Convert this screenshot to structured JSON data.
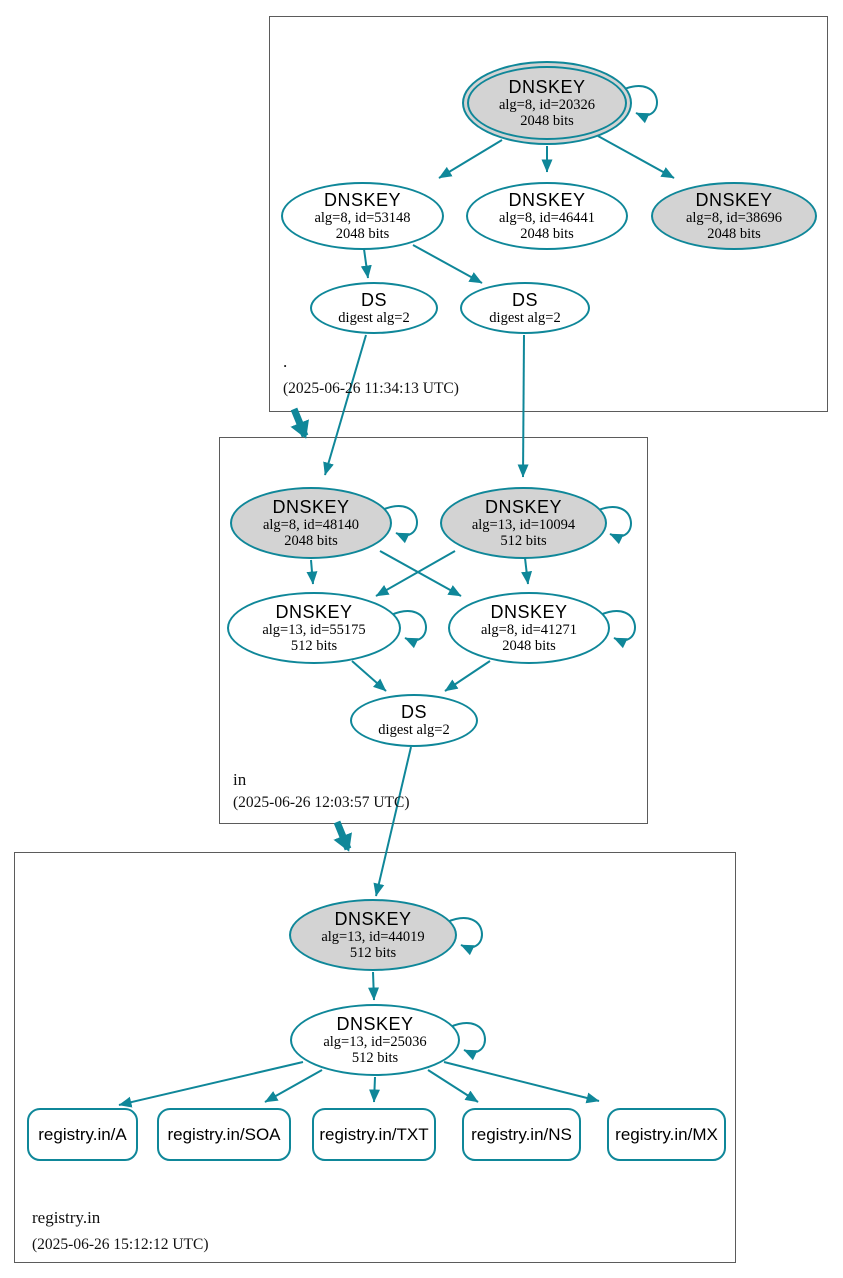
{
  "colors": {
    "edge_secure": "#0f8799",
    "key_highlight_fill": "#d3d3d3",
    "node_fill": "#ffffff",
    "zone_border": "#5b5b5b",
    "text": "#000000"
  },
  "zones": [
    {
      "name": ".",
      "timestamp": "(2025-06-26 11:34:13 UTC)",
      "nodes": {
        "ksk": {
          "title": "DNSKEY",
          "detail": "alg=8, id=20326",
          "bits": "2048 bits"
        },
        "key53148": {
          "title": "DNSKEY",
          "detail": "alg=8, id=53148",
          "bits": "2048 bits"
        },
        "key46441": {
          "title": "DNSKEY",
          "detail": "alg=8, id=46441",
          "bits": "2048 bits"
        },
        "key38696": {
          "title": "DNSKEY",
          "detail": "alg=8, id=38696",
          "bits": "2048 bits"
        },
        "ds1": {
          "title": "DS",
          "detail": "digest alg=2"
        },
        "ds2": {
          "title": "DS",
          "detail": "digest alg=2"
        }
      }
    },
    {
      "name": "in",
      "timestamp": "(2025-06-26 12:03:57 UTC)",
      "nodes": {
        "key48140": {
          "title": "DNSKEY",
          "detail": "alg=8, id=48140",
          "bits": "2048 bits"
        },
        "key10094": {
          "title": "DNSKEY",
          "detail": "alg=13, id=10094",
          "bits": "512 bits"
        },
        "key55175": {
          "title": "DNSKEY",
          "detail": "alg=13, id=55175",
          "bits": "512 bits"
        },
        "key41271": {
          "title": "DNSKEY",
          "detail": "alg=8, id=41271",
          "bits": "2048 bits"
        },
        "ds": {
          "title": "DS",
          "detail": "digest alg=2"
        }
      }
    },
    {
      "name": "registry.in",
      "timestamp": "(2025-06-26 15:12:12 UTC)",
      "nodes": {
        "ksk": {
          "title": "DNSKEY",
          "detail": "alg=13, id=44019",
          "bits": "512 bits"
        },
        "zsk": {
          "title": "DNSKEY",
          "detail": "alg=13, id=25036",
          "bits": "512 bits"
        },
        "rrsets": [
          {
            "label": "registry.in/A"
          },
          {
            "label": "registry.in/SOA"
          },
          {
            "label": "registry.in/TXT"
          },
          {
            "label": "registry.in/NS"
          },
          {
            "label": "registry.in/MX"
          }
        ]
      }
    }
  ]
}
